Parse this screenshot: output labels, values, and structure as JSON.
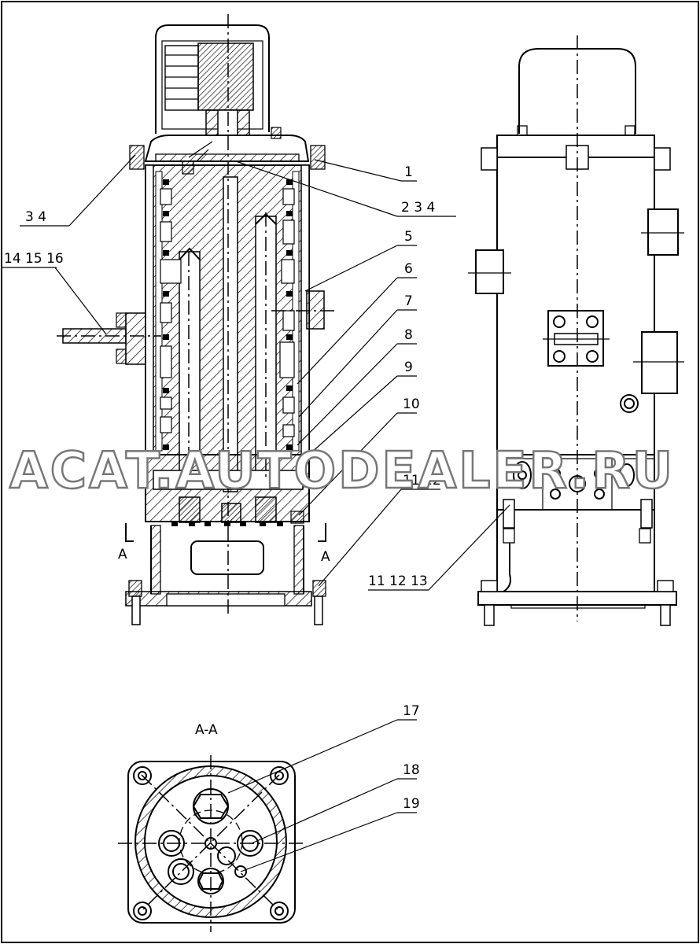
{
  "drawing": {
    "section_title": "A-A",
    "watermark": "ACAT.AUTODEALER.RU",
    "section_mark_left": "A",
    "section_mark_right": "A"
  },
  "callouts": [
    {
      "id": "c1",
      "text": "1"
    },
    {
      "id": "c2",
      "text": "2 3 4"
    },
    {
      "id": "c3",
      "text": "3 4"
    },
    {
      "id": "c4",
      "text": "5"
    },
    {
      "id": "c5",
      "text": "14 15 16"
    },
    {
      "id": "c6",
      "text": "6"
    },
    {
      "id": "c7",
      "text": "7"
    },
    {
      "id": "c8",
      "text": "8"
    },
    {
      "id": "c9",
      "text": "9"
    },
    {
      "id": "c10",
      "text": "10"
    },
    {
      "id": "c11",
      "text": "11 12"
    },
    {
      "id": "c12",
      "text": "11 12 13"
    },
    {
      "id": "c13",
      "text": "17"
    },
    {
      "id": "c14",
      "text": "18"
    },
    {
      "id": "c15",
      "text": "19"
    }
  ]
}
